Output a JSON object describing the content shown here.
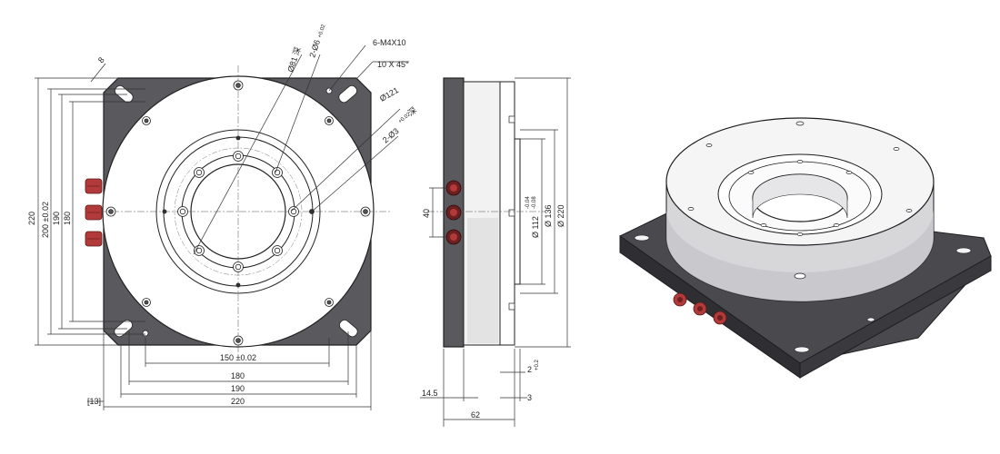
{
  "front_view": {
    "dims": {
      "chamfer": "8",
      "thread": "6-M4X10",
      "bevel": "10 X 45°",
      "bore_top": "Ø81 深",
      "pin_top": "2-Ø6",
      "pin_top_tol": "+0.02",
      "bolt_circle": "Ø121",
      "pin_side": "2-Ø3",
      "pin_side_tol": "+0.02",
      "pin_side_depth": "深",
      "v220": "220",
      "v200": "200 ±0.02",
      "v190": "190",
      "v180": "180",
      "h150": "150 ±0.02",
      "h180": "180",
      "h190": "190",
      "h220": "220",
      "h13": "[13]"
    }
  },
  "side_view": {
    "dims": {
      "v40": "40",
      "d112": "Ø 112",
      "d112_tol_top": "-0.04",
      "d112_tol_bot": "-0.08",
      "d136": "Ø 136",
      "d220": "Ø 220",
      "h2": "2",
      "h2_tol": "+0.2",
      "h14_5": "14.5",
      "h3": "3",
      "h62": "62"
    }
  },
  "colors": {
    "plate": "#5a5a5e",
    "plate_dark": "#3e3e42",
    "disc": "#ffffff",
    "ring": "#e8e8ea",
    "fitting_red": "#b23a3a",
    "fitting_dark": "#6e1f1f"
  }
}
